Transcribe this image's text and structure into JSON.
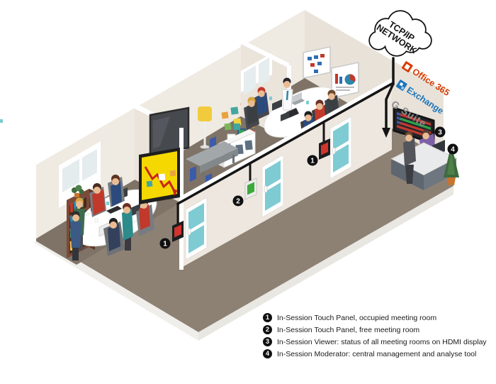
{
  "cloud": {
    "line1": "TCP/IP",
    "line2": "NETWORK"
  },
  "services": [
    {
      "label": "Office 365",
      "color": "#D83B01"
    },
    {
      "label": "Exchange",
      "color": "#1B75BB"
    },
    {
      "label": "G Suite",
      "color": "#8E8E8E"
    }
  ],
  "badges": {
    "occupied": "1",
    "free": "2",
    "viewer": "3",
    "moderator": "4"
  },
  "legend": {
    "items": [
      {
        "num": "1",
        "text": "In-Session Touch Panel, occupied meeting room"
      },
      {
        "num": "2",
        "text": "In-Session Touch Panel, free meeting room"
      },
      {
        "num": "3",
        "text": "In-Session Viewer: status of all meeting rooms on HDMI display"
      },
      {
        "num": "4",
        "text": "In-Session Moderator: central management and analyse tool"
      }
    ]
  },
  "colors": {
    "floor": "#8D8174",
    "room_floor": "#7E7366",
    "wall": "#EFEAE2",
    "wall_right": "#E9E2D9",
    "wall_front": "#EDE7DF",
    "door_glass": "#7ECBD3",
    "panel_occupied": "#D0342C",
    "panel_free": "#3BAA3B",
    "status_red": "#C23A2E",
    "status_green": "#2FA04A",
    "cable": "#151515",
    "accent_yellow": "#F5D800"
  }
}
